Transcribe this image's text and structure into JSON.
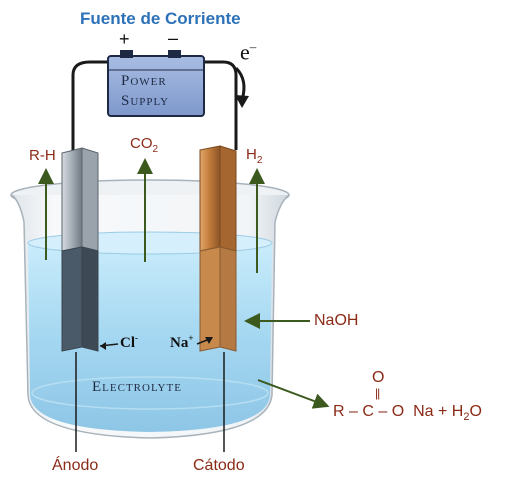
{
  "title": "Fuente de Corriente",
  "power_supply": {
    "line1": "Power",
    "line2": "Supply",
    "plus": "+",
    "minus": "–"
  },
  "electron_label": {
    "base": "e",
    "sup": "–"
  },
  "gases": {
    "rh": "R-H",
    "co2": {
      "base": "CO",
      "sub": "2"
    },
    "h2": {
      "base": "H",
      "sub": "2"
    }
  },
  "ions": {
    "cl": {
      "base": "Cl",
      "sup": "-"
    },
    "na": {
      "base": "Na",
      "sup": "+"
    }
  },
  "labels": {
    "naoh": "NaOH",
    "electrolyte": "Electrolyte",
    "anode": "Ánodo",
    "cathode": "Cátodo"
  },
  "product": {
    "top_o": "O",
    "double_bond": "||",
    "r": "R",
    "dash1": "–",
    "c": "C",
    "dash2": "–",
    "o": "O",
    "na_plus_water": "Na + H",
    "water_sub": "2",
    "water_end": "O"
  },
  "colors": {
    "label_red": "#8b2a17",
    "arrow_green": "#3c5a1e",
    "title_blue": "#2d72b8",
    "water_blue": "#9ed4f0",
    "copper": "#b8702f",
    "grey_electrode": "#7f8a96",
    "ps_fill": "#8fa7d6"
  }
}
